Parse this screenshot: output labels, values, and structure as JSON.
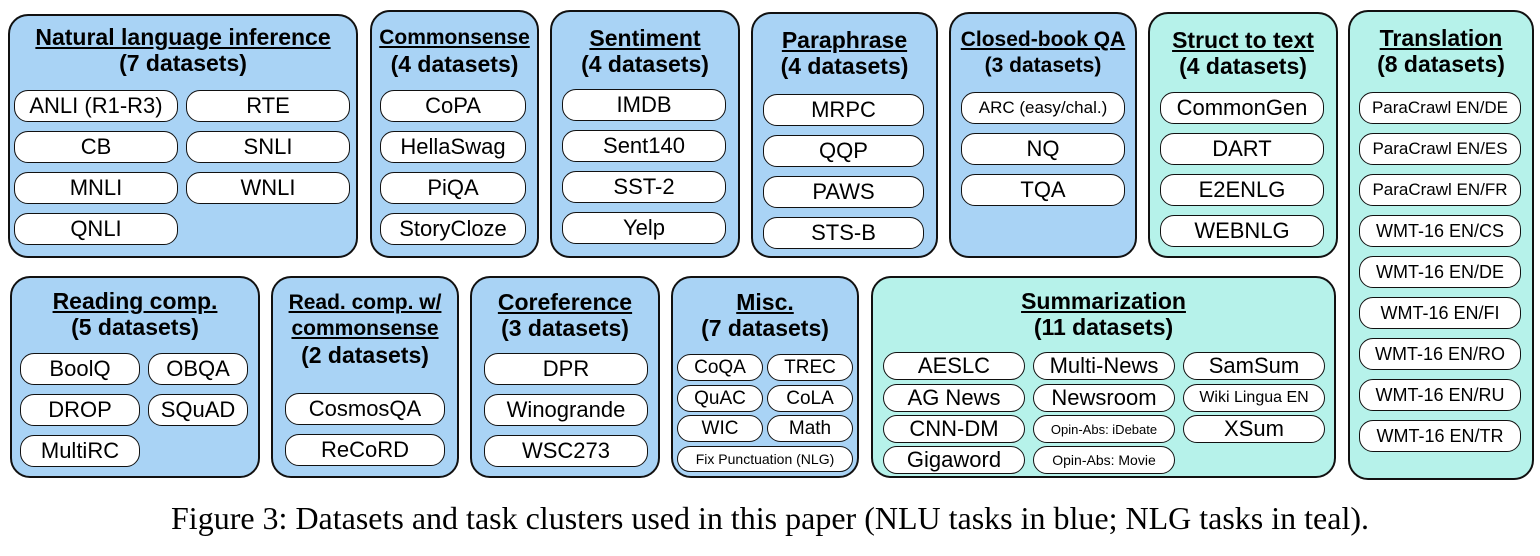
{
  "clusters": [
    {
      "name": "Natural language inference",
      "count": "(7 datasets)",
      "datasets": [
        "ANLI (R1-R3)",
        "RTE",
        "CB",
        "SNLI",
        "MNLI",
        "WNLI",
        "QNLI"
      ]
    },
    {
      "name": "Commonsense",
      "count": "(4 datasets)",
      "datasets": [
        "CoPA",
        "HellaSwag",
        "PiQA",
        "StoryCloze"
      ]
    },
    {
      "name": "Sentiment",
      "count": "(4 datasets)",
      "datasets": [
        "IMDB",
        "Sent140",
        "SST-2",
        "Yelp"
      ]
    },
    {
      "name": "Paraphrase",
      "count": "(4 datasets)",
      "datasets": [
        "MRPC",
        "QQP",
        "PAWS",
        "STS-B"
      ]
    },
    {
      "name": "Closed-book QA",
      "count": "(3 datasets)",
      "datasets": [
        "ARC (easy/chal.)",
        "NQ",
        "TQA"
      ]
    },
    {
      "name": "Struct to text",
      "count": "(4 datasets)",
      "datasets": [
        "CommonGen",
        "DART",
        "E2ENLG",
        "WEBNLG"
      ]
    },
    {
      "name": "Translation",
      "count": "(8 datasets)",
      "datasets": [
        "ParaCrawl EN/DE",
        "ParaCrawl EN/ES",
        "ParaCrawl EN/FR",
        "WMT-16 EN/CS",
        "WMT-16 EN/DE",
        "WMT-16 EN/FI",
        "WMT-16 EN/RO",
        "WMT-16 EN/RU",
        "WMT-16 EN/TR"
      ]
    },
    {
      "name": "Reading comp.",
      "count": "(5 datasets)",
      "datasets": [
        "BoolQ",
        "OBQA",
        "DROP",
        "SQuAD",
        "MultiRC"
      ]
    },
    {
      "name": "Read. comp. w/ commonsense",
      "count": "(2 datasets)",
      "datasets": [
        "CosmosQA",
        "ReCoRD"
      ]
    },
    {
      "name": "Coreference",
      "count": "(3 datasets)",
      "datasets": [
        "DPR",
        "Winogrande",
        "WSC273"
      ]
    },
    {
      "name": "Misc.",
      "count": "(7 datasets)",
      "datasets": [
        "CoQA",
        "TREC",
        "QuAC",
        "CoLA",
        "WIC",
        "Math",
        "Fix Punctuation (NLG)"
      ]
    },
    {
      "name": "Summarization",
      "count": "(11 datasets)",
      "datasets": [
        "AESLC",
        "Multi-News",
        "SamSum",
        "AG News",
        "Newsroom",
        "Wiki Lingua EN",
        "CNN-DM",
        "Opin-Abs: iDebate",
        "XSum",
        "Gigaword",
        "Opin-Abs: Movie"
      ]
    }
  ],
  "caption": "Figure 3: Datasets and task clusters used in this paper (NLU tasks in blue; NLG tasks in teal).",
  "colors": {
    "nlu": "#a9d3f5",
    "nlg": "#b6f2ea",
    "outline": "#111111"
  }
}
